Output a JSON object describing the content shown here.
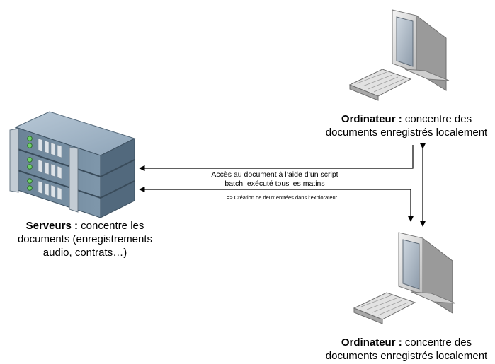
{
  "server": {
    "label_bold": "Serveurs :",
    "label_rest_1": " concentre les",
    "label_line_2": "documents (enregistrements",
    "label_line_3": "audio, contrats…)"
  },
  "computer_top": {
    "label_bold": "Ordinateur :",
    "label_rest_1": " concentre des",
    "label_line_2": "documents enregistrés localement"
  },
  "computer_bottom": {
    "label_bold": "Ordinateur :",
    "label_rest_1": " concentre des",
    "label_line_2": "documents enregistrés localement"
  },
  "link": {
    "caption_line_1": "Accès au document à l’aide d’un script",
    "caption_line_2": "batch, exécuté tous les matins",
    "caption_note": "=> Création de deux entrées dans l’explorateur"
  },
  "colors": {
    "server_body": "#8aa0b4",
    "server_face": "#5e7a91",
    "server_led": "#6fd06a",
    "monitor_frame": "#d6d6d6",
    "monitor_screen": "#a9b6c4",
    "arrow": "#000000"
  }
}
